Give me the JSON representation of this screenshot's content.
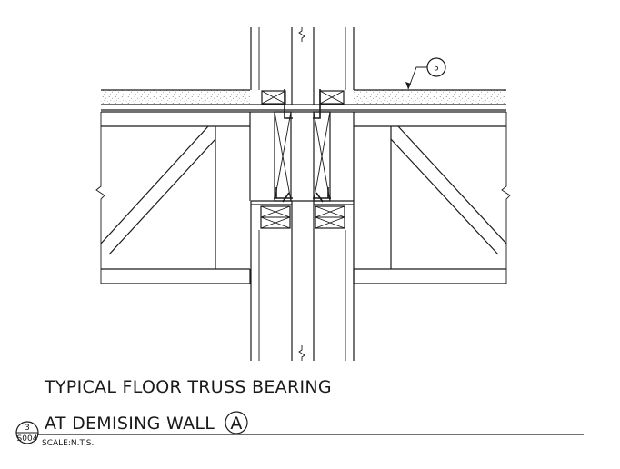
{
  "detail": {
    "title_line1": "TYPICAL FLOOR TRUSS BEARING",
    "title_line2": "AT DEMISING WALL",
    "grid_tag": "A",
    "scale": "SCALE:N.T.S.",
    "detail_number": "3",
    "sheet_number": "S004"
  },
  "keynote": {
    "number": "5"
  }
}
